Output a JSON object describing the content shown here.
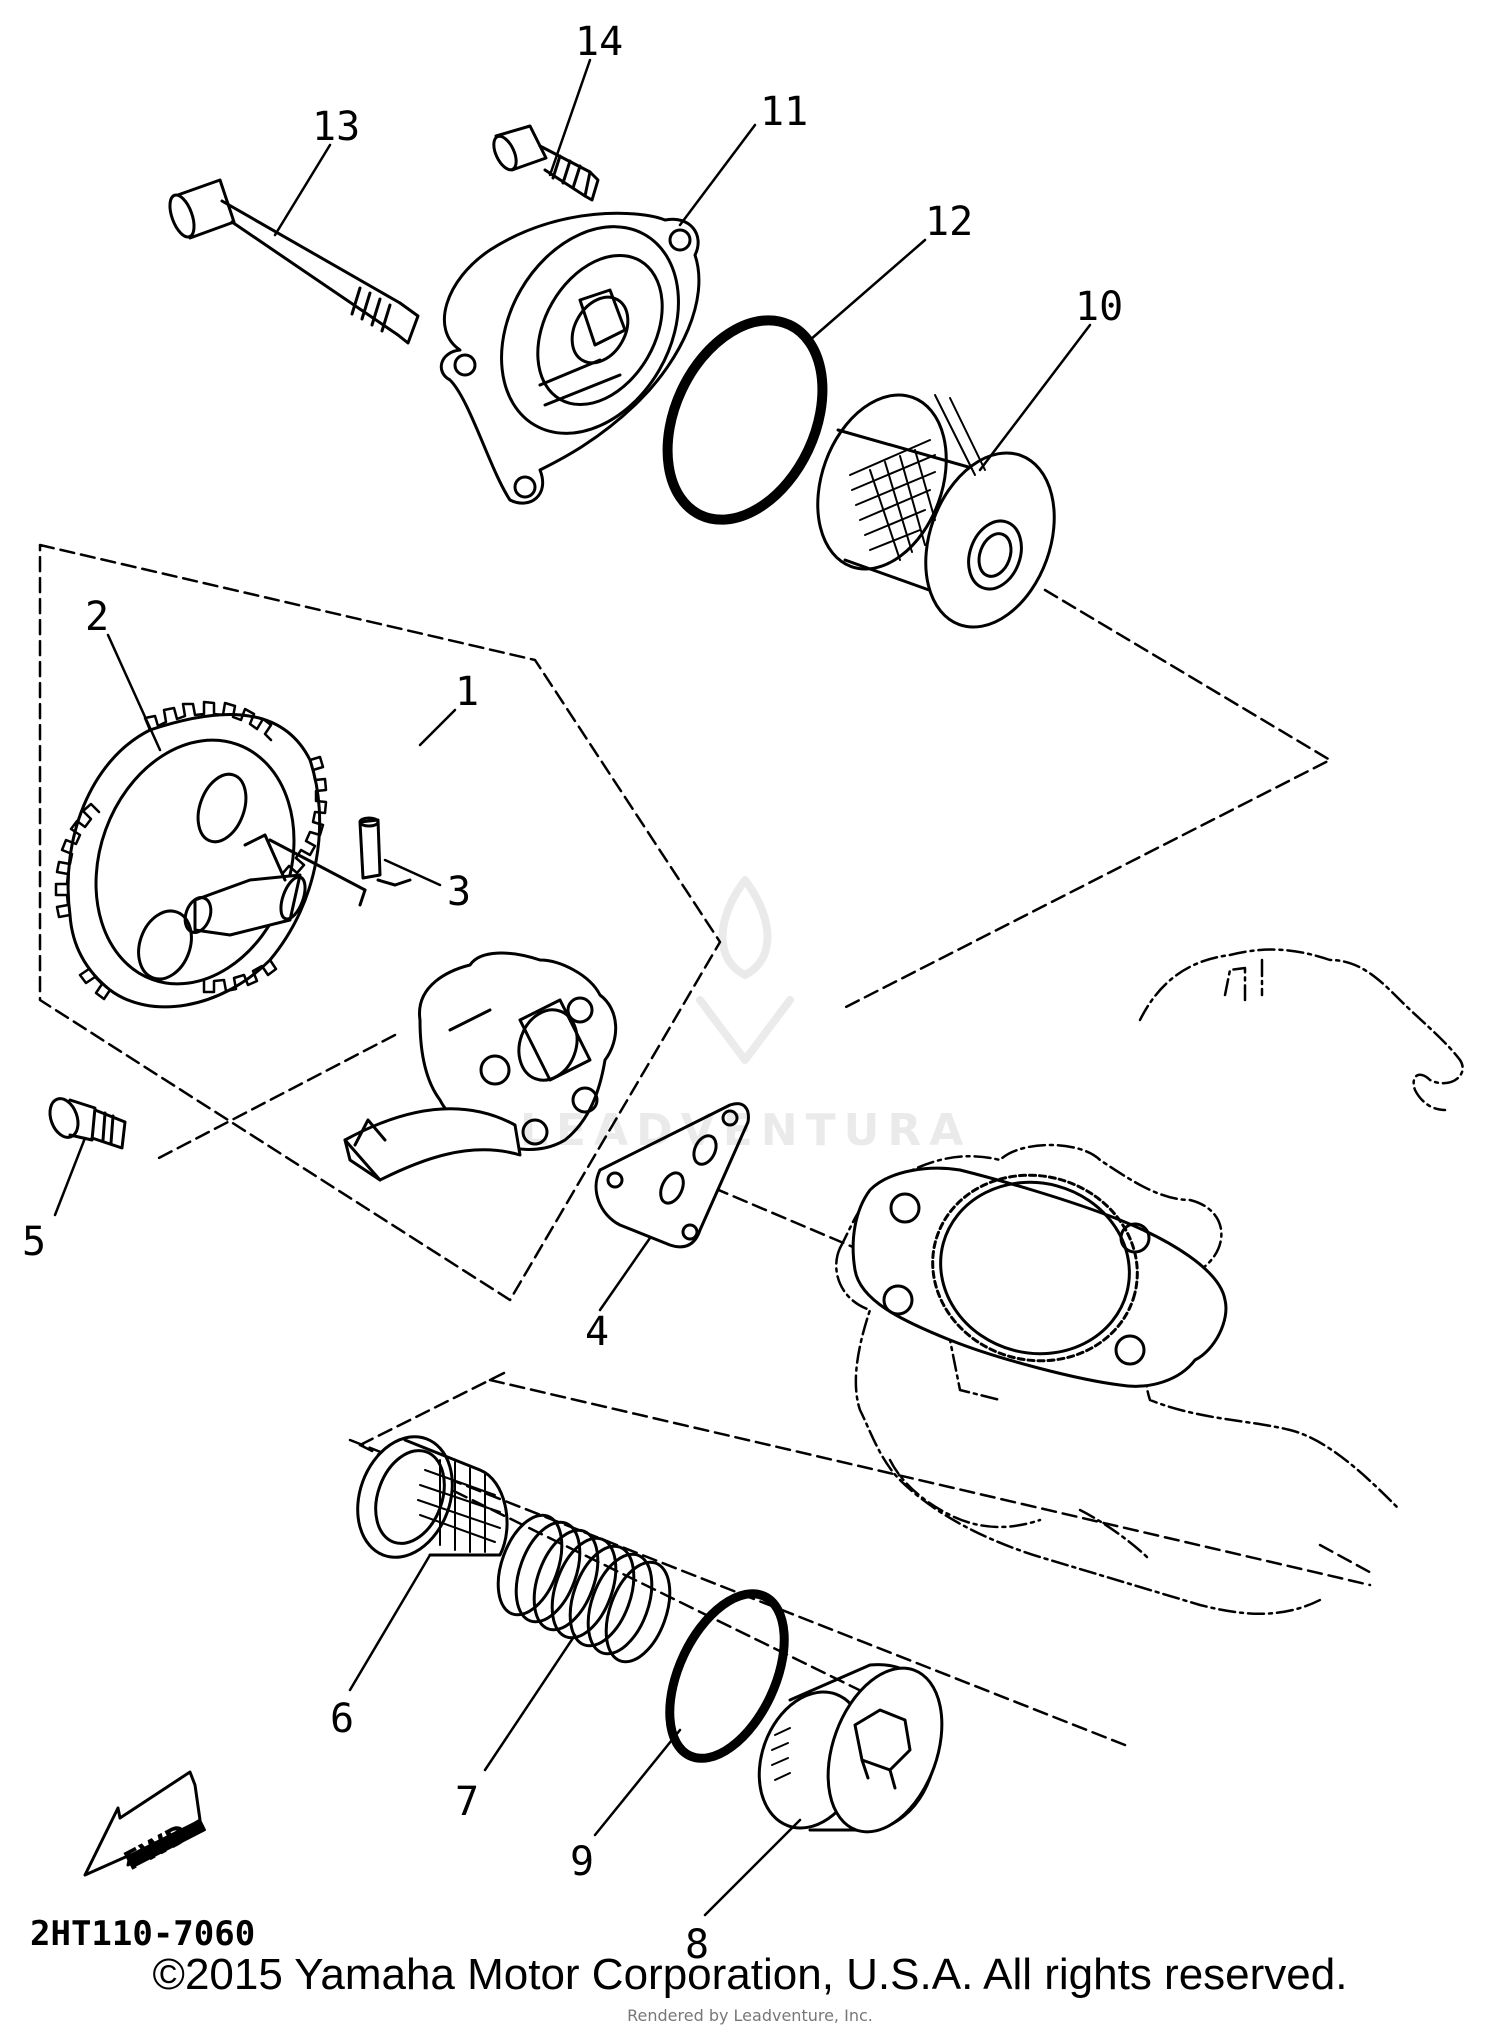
{
  "diagram": {
    "callouts": {
      "p1": "1",
      "p2": "2",
      "p3": "3",
      "p4": "4",
      "p5": "5",
      "p6": "6",
      "p7": "7",
      "p8": "8",
      "p9": "9",
      "p10": "10",
      "p11": "11",
      "p12": "12",
      "p13": "13",
      "p14": "14"
    },
    "diagram_code": "2HT110-7060",
    "fwd_label": "FWD",
    "watermark_text": "LEADVENTURA"
  },
  "footer": {
    "copyright": "©2015 Yamaha Motor Corporation, U.S.A. All rights reserved.",
    "credit": "Rendered by Leadventure, Inc."
  }
}
